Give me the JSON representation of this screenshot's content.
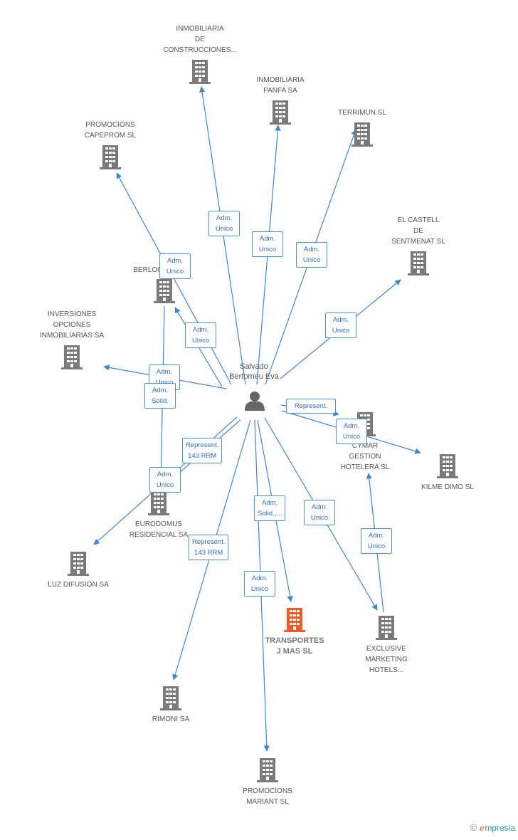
{
  "colors": {
    "edge": "#3f86d8",
    "building": "#7a7a7a",
    "focus": "#f05a28",
    "person": "#666666"
  },
  "person": {
    "label": "Salvado\nBertomeu Eva"
  },
  "nodes": [
    {
      "id": "inmobiliaria-de-construcciones",
      "label": "INMOBILIARIA\nDE\nCONSTRUCCIONES..."
    },
    {
      "id": "inmobiliaria-panfa",
      "label": "INMOBILIARIA\nPANFA SA"
    },
    {
      "id": "terrimun",
      "label": "TERRIMUN SL"
    },
    {
      "id": "promocions-capeprom",
      "label": "PROMOCIONS\nCAPEPROM SL"
    },
    {
      "id": "el-castell",
      "label": "EL CASTELL\nDE\nSENTMENAT SL"
    },
    {
      "id": "berloc",
      "label": "BERLOC..."
    },
    {
      "id": "inversiones-opciones",
      "label": "INVERSIONES\nOPCIONES\nINMOBILIARIAS SA"
    },
    {
      "id": "cymar",
      "label": "CYMAR\nGESTION\nHOTELERA SL"
    },
    {
      "id": "kilme-dimo",
      "label": "KILME DIMO SL"
    },
    {
      "id": "eurodomus",
      "label": "EURODOMUS\nRESIDENCIAL SA"
    },
    {
      "id": "luz-difusion",
      "label": "LUZ DIFUSION SA"
    },
    {
      "id": "transportes",
      "label": "TRANSPORTES\nJ MAS SL",
      "focus": true
    },
    {
      "id": "exclusive",
      "label": "EXCLUSIVE\nMARKETING\nHOTELS..."
    },
    {
      "id": "rimoni",
      "label": "RIMONI SA"
    },
    {
      "id": "promocions-mariant",
      "label": "PROMOCIONS\nMARIANT SL"
    }
  ],
  "edge_labels": [
    {
      "id": "to-construcciones",
      "text": "Adm.\nUnico"
    },
    {
      "id": "to-panfa",
      "text": "Adm.\nUnico"
    },
    {
      "id": "to-terrimun",
      "text": "Adm.\nUnico"
    },
    {
      "id": "to-capeprom",
      "text": "Adm.\nUnico"
    },
    {
      "id": "to-berloc",
      "text": "Adm.\nUnico"
    },
    {
      "id": "to-castell",
      "text": "Adm.\nUnico"
    },
    {
      "id": "to-inversiones",
      "text": "Adm.\nUnico"
    },
    {
      "id": "to-eurodomus-solid",
      "text": "Adm.\nSolid."
    },
    {
      "id": "to-cymar-represent",
      "text": "Represent."
    },
    {
      "id": "to-cymar-adm",
      "text": "Adm.\nUnico"
    },
    {
      "id": "to-luz",
      "text": "Represent.\n143 RRM"
    },
    {
      "id": "to-eurodomus-adm",
      "text": "Adm.\nUnico"
    },
    {
      "id": "to-transportes",
      "text": "Adm.\nSolid.,..."
    },
    {
      "id": "to-exclusive",
      "text": "Adm.\nUnico"
    },
    {
      "id": "exclusive-to-cymar",
      "text": "Adm.\nUnico"
    },
    {
      "id": "to-rimoni",
      "text": "Represent.\n143 RRM"
    },
    {
      "id": "to-mariant",
      "text": "Adm.\nUnico"
    }
  ],
  "brand": {
    "copyright": "©",
    "initial": "e",
    "name": "mpresia"
  }
}
